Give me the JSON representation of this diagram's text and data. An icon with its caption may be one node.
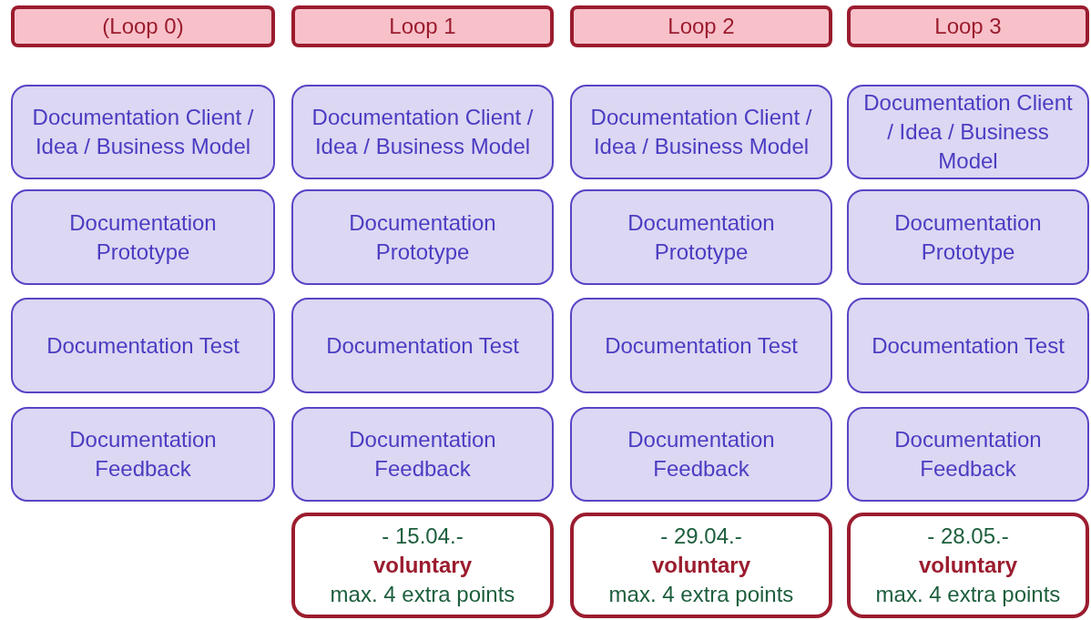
{
  "diagram": {
    "nodes": [
      {
        "text": [
          "(Loop 0)"
        ]
      },
      {
        "text": [
          "Loop 1"
        ]
      },
      {
        "text": [
          "Loop 2"
        ]
      },
      {
        "text": [
          "Loop 3"
        ]
      },
      {
        "text": [
          "Documentation Client / Idea / Business Model"
        ]
      },
      {
        "text": [
          "Documentation Client / Idea / Business Model"
        ]
      },
      {
        "text": [
          "Documentation Client / Idea / Business Model"
        ]
      },
      {
        "text": [
          "Documentation Client / Idea / Business Model"
        ]
      },
      {
        "text": [
          "Documentation Prototype"
        ]
      },
      {
        "text": [
          "Documentation Prototype"
        ]
      },
      {
        "text": [
          "Documentation Prototype"
        ]
      },
      {
        "text": [
          "Documentation Prototype"
        ]
      },
      {
        "text": [
          "Documentation Test"
        ]
      },
      {
        "text": [
          "Documentation Test"
        ]
      },
      {
        "text": [
          "Documentation Test"
        ]
      },
      {
        "text": [
          "Documentation Test"
        ]
      },
      {
        "text": [
          "Documentation Feedback"
        ]
      },
      {
        "text": [
          "Documentation Feedback"
        ]
      },
      {
        "text": [
          "Documentation Feedback"
        ]
      },
      {
        "text": [
          "Documentation Feedback"
        ]
      },
      {
        "text": [
          "- 15.04.-",
          "voluntary",
          "max. 4 extra points"
        ]
      },
      {
        "text": [
          "- 29.04.-",
          "voluntary",
          "max. 4 extra points"
        ]
      },
      {
        "text": [
          "- 28.05.-",
          "voluntary",
          "max. 4 extra points"
        ]
      }
    ]
  }
}
